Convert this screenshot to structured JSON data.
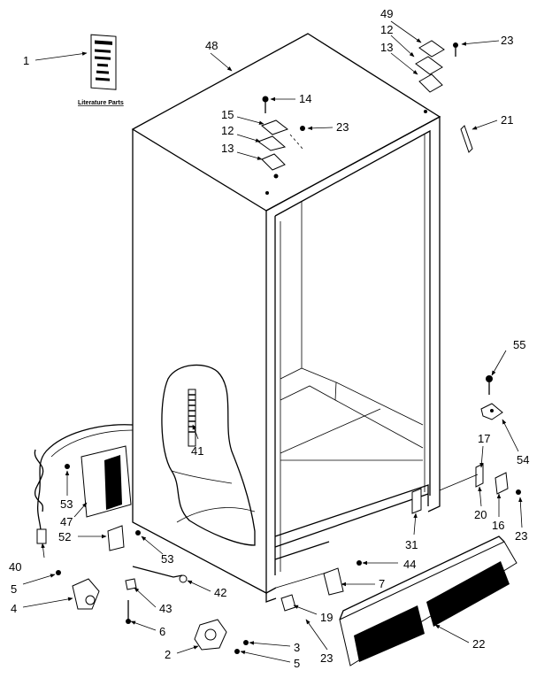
{
  "literature_label": "Literature Parts",
  "callouts": [
    "1",
    "48",
    "49",
    "12",
    "13",
    "23",
    "14",
    "15",
    "12",
    "13",
    "23",
    "21",
    "55",
    "54",
    "17",
    "20",
    "16",
    "23",
    "41",
    "53",
    "47",
    "52",
    "40",
    "53",
    "5",
    "4",
    "42",
    "43",
    "6",
    "44",
    "7",
    "31",
    "19",
    "2",
    "3",
    "5",
    "23",
    "22"
  ]
}
